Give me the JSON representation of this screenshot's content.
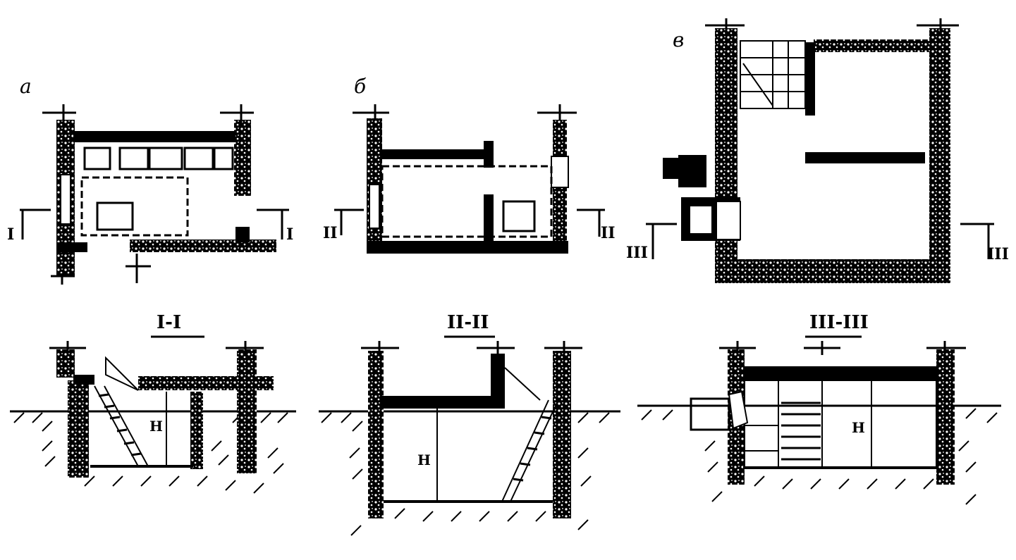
{
  "plans": [
    {
      "label": "а",
      "section_mark_left": "I",
      "section_mark_right": "I"
    },
    {
      "label": "б",
      "section_mark_left": "II",
      "section_mark_right": "II"
    },
    {
      "label": "в",
      "section_mark_left": "III",
      "section_mark_right": "III"
    }
  ],
  "sections": [
    {
      "title": "I-I",
      "height_label": "H"
    },
    {
      "title": "II-II",
      "height_label": "H"
    },
    {
      "title": "III-III",
      "height_label": "H"
    }
  ]
}
